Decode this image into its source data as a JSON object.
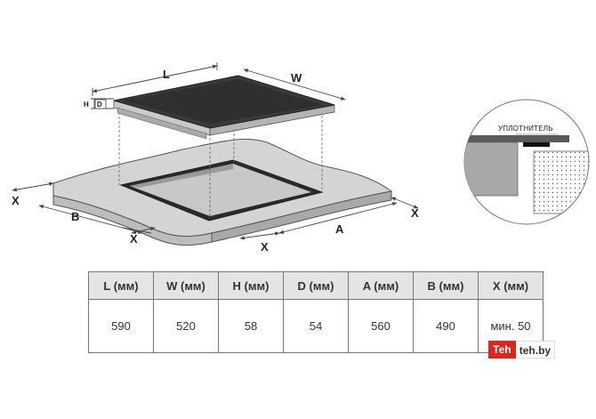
{
  "diagram": {
    "labels": {
      "L": "L",
      "W": "W",
      "H": "H",
      "D": "D",
      "A": "A",
      "B": "B",
      "X": "X"
    },
    "seal_label": "УПЛОТНИТЕЛЬ"
  },
  "table": {
    "headers": [
      "L (мм)",
      "W (мм)",
      "H (мм)",
      "D (мм)",
      "A (мм)",
      "B (мм)",
      "X (мм)"
    ],
    "values": [
      "590",
      "520",
      "58",
      "54",
      "560",
      "490",
      "мин. 50"
    ]
  },
  "watermark": {
    "left": "Теh",
    "right": "teh.by"
  },
  "colors": {
    "hob_top": "#3a3a3a",
    "countertop": "#d2d2d2",
    "cutout": "#2b2b2b",
    "dim_lines": "#444444",
    "table_header": "#e4e4e4",
    "watermark_red": "#e2231a"
  }
}
